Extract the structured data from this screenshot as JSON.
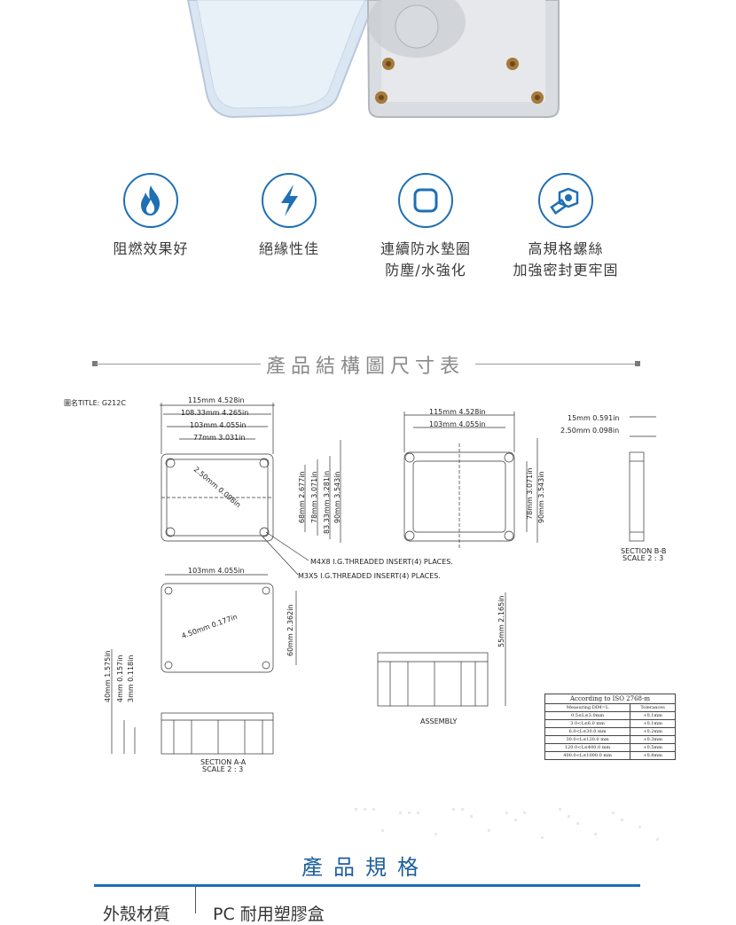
{
  "features": [
    {
      "icon": "flame-icon",
      "lines": [
        "阻燃效果好"
      ]
    },
    {
      "icon": "lightning-icon",
      "lines": [
        "絕緣性佳"
      ]
    },
    {
      "icon": "seal-gasket-icon",
      "lines": [
        "連續防水墊圈",
        "防塵/水強化"
      ]
    },
    {
      "icon": "bolt-nut-icon",
      "lines": [
        "高規格螺絲",
        "加強密封更牢固"
      ]
    }
  ],
  "drawing_section": {
    "title": "產品結構圖尺寸表",
    "drawing_title": "圖名TITLE: G212C",
    "dims_top": [
      "115mm 4.528in",
      "108.33mm 4.265in",
      "103mm 4.055in",
      "77mm 3.031in"
    ],
    "dims_side": [
      "68mm 2.677in",
      "78mm 3.071in",
      "83.33mm 3.281in",
      "90mm 3.543in"
    ],
    "diag_dim": "2.50mm 0.098in",
    "note1": "M4X8 I.G.THREADED INSERT(4) PLACES.",
    "note2": "M3X5 I.G.THREADED INSERT(4) PLACES.",
    "mid_dims_top": [
      "115mm 4.528in",
      "103mm 4.055in"
    ],
    "mid_dims_side": [
      "78mm 3.071in",
      "90mm 3.543in"
    ],
    "right_dims": [
      "15mm 0.591in",
      "2.50mm 0.098in"
    ],
    "section_bb": [
      "SECTION B-B",
      "SCALE 2 : 3"
    ],
    "lid_dim_top": "103mm 4.055in",
    "lid_diag": "4.50mm 0.177in",
    "lid_dim_side": "60mm 2.362in",
    "left_dims": [
      "40mm 1.575in",
      "4mm 0.157in",
      "3mm 0.118in"
    ],
    "section_aa": [
      "SECTION A-A",
      "SCALE 2 : 3"
    ],
    "assembly_dim": "55mm 2.165in",
    "assembly_label": "ASSEMBLY",
    "iso_table": {
      "title": "According to ISO 2768-m",
      "headers": [
        "Measuring DIM=L",
        "Tolerances"
      ],
      "rows": [
        [
          "0.5≤L≤3.0mm",
          "+0.1mm"
        ],
        [
          "3.0<L≤6.0 mm",
          "+0.1mm"
        ],
        [
          "6.0<L≤30.0 mm",
          "+0.2mm"
        ],
        [
          "30.0<L≤120.0 mm",
          "+0.3mm"
        ],
        [
          "120.0<L≤400.0 mm",
          "+0.5mm"
        ],
        [
          "400.0<L≤1000.0 mm",
          "+0.8mm"
        ]
      ]
    }
  },
  "spec_section": {
    "title": "產品規格",
    "row_label": "外殼材質",
    "row_value": "PC 耐用塑膠盒"
  },
  "colors": {
    "accent": "#1f6fb5",
    "rule": "#9a9a9a"
  }
}
